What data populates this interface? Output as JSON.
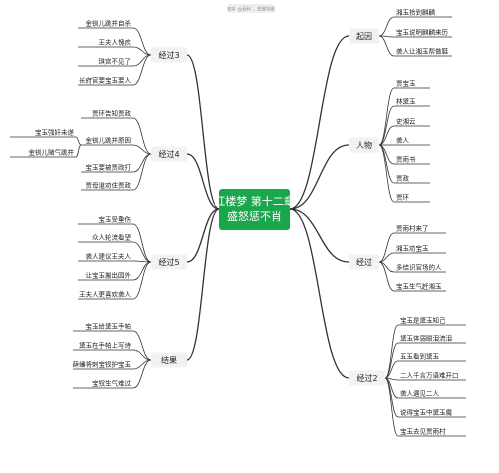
{
  "watermark": "知乎 @百科… 思维导图",
  "center": {
    "line1": "红楼梦 第十二章",
    "line2": "盛怒惩不肖",
    "color": "#1aa64a"
  },
  "branches": {
    "qiyin": {
      "label": "起因",
      "leaves": [
        "湘玉拾到麒麟",
        "宝玉说明麒麟来历",
        "袭人让湘玉帮做鞋"
      ]
    },
    "renwu": {
      "label": "人物",
      "leaves": [
        "贾宝玉",
        "林黛玉",
        "史湘云",
        "袭人",
        "贾雨书",
        "贾政",
        "贾环"
      ]
    },
    "jingguo": {
      "label": "经过",
      "leaves": [
        "贾雨村来了",
        "湘玉劝宝玉",
        "多结识官场的人",
        "宝玉生气赶湘玉"
      ]
    },
    "jingguo2": {
      "label": "经过2",
      "leaves": [
        "宝玉是黛玉知己",
        "黛玉体弱眼泪流泪",
        "五玉看到黛玉",
        "二人千言万语难开口",
        "袭人遇见二人",
        "说得宝玉中黛玉魔",
        "宝玉去见贾雨村"
      ]
    },
    "jingguo3": {
      "label": "经过3",
      "leaves": [
        "金钏儿跳井自杀",
        "王夫人愧疚",
        "琪宫不见了",
        "长府官要宝玉要人"
      ]
    },
    "jingguo4": {
      "label": "经过4",
      "leaves": [
        "贾环告知贾政",
        "金钏儿跳井原因",
        "宝玉要被贾政打",
        "贾母道劝住贾政"
      ],
      "subleaves": [
        "宝玉强奸未遂",
        "金钏儿赌气跳井"
      ]
    },
    "jingguo5": {
      "label": "经过5",
      "leaves": [
        "宝玉受重伤",
        "众人轮流看望",
        "袭人建议王夫人",
        "让宝玉搬出园外",
        "王夫人更喜欢袭人"
      ]
    },
    "jieguo": {
      "label": "结果",
      "leaves": [
        "宝玉给黛玉手帕",
        "黛玉在手帕上写诗",
        "薛蟠将刺宝钗护宝玉",
        "宝钗生气难过"
      ]
    }
  },
  "colors": {
    "line": "#333333",
    "node_fill": "#f2f2f2",
    "leaf_underline": "#333333"
  }
}
